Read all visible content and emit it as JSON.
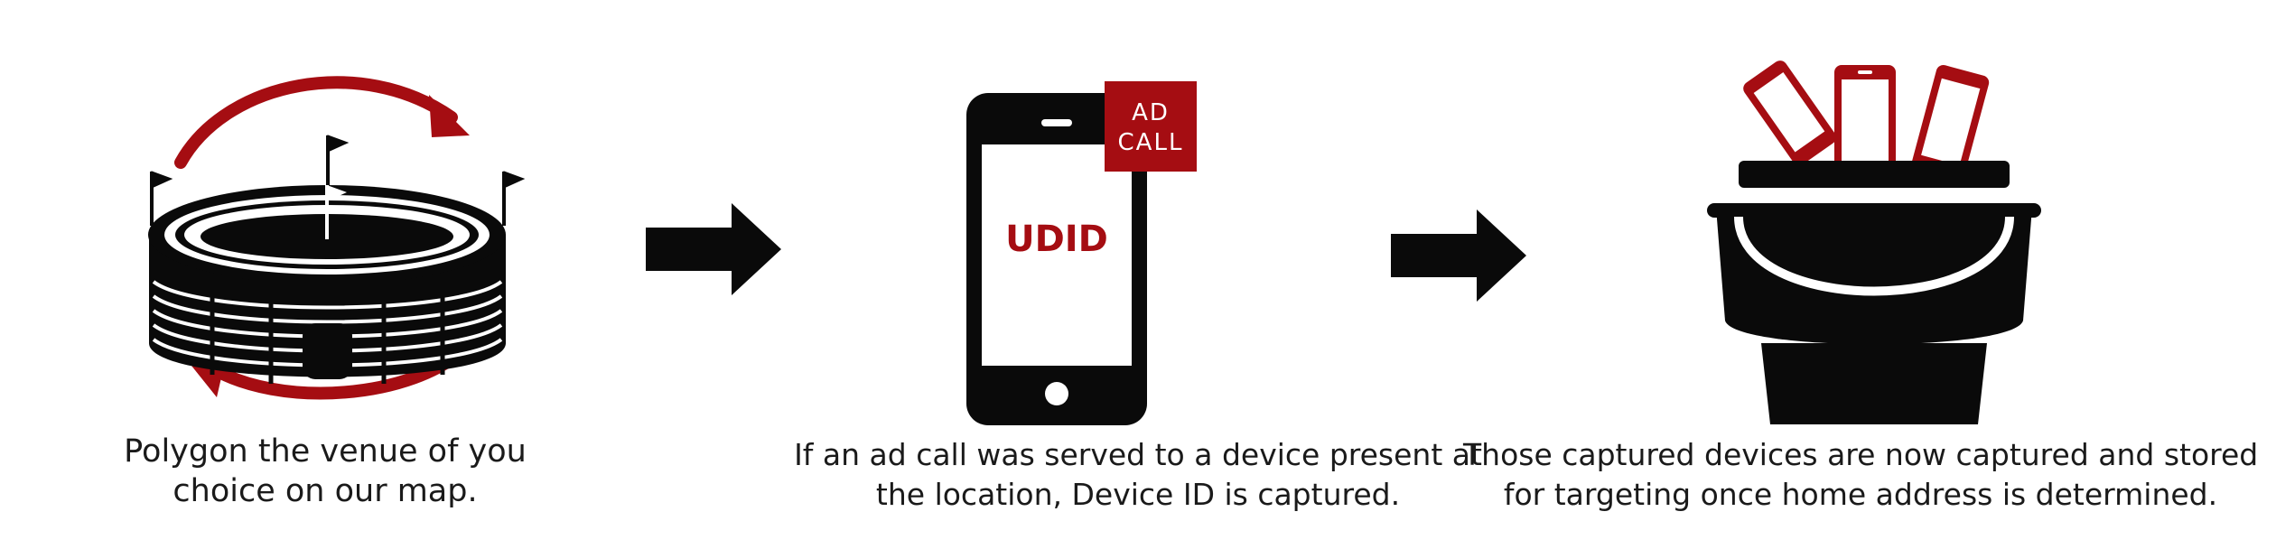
{
  "colors": {
    "accent_red": "#a50d12",
    "black": "#0a0a0a",
    "white": "#ffffff"
  },
  "steps": [
    {
      "icon": "stadium-with-rotation-arrows-icon",
      "caption_lines": [
        "Polygon the venue of you",
        "choice on our map."
      ]
    },
    {
      "icon": "smartphone-icon",
      "badge_lines": [
        "AD",
        "CALL"
      ],
      "screen_label": "UDID",
      "caption_lines": [
        "If an ad call was served to a device present at",
        "the location, Device ID is captured."
      ]
    },
    {
      "icon": "bucket-with-phones-icon",
      "caption_lines": [
        "Those captured devices are now captured and stored",
        "for targeting once home address is determined."
      ]
    }
  ],
  "arrows": [
    "right-arrow-icon",
    "right-arrow-icon"
  ]
}
